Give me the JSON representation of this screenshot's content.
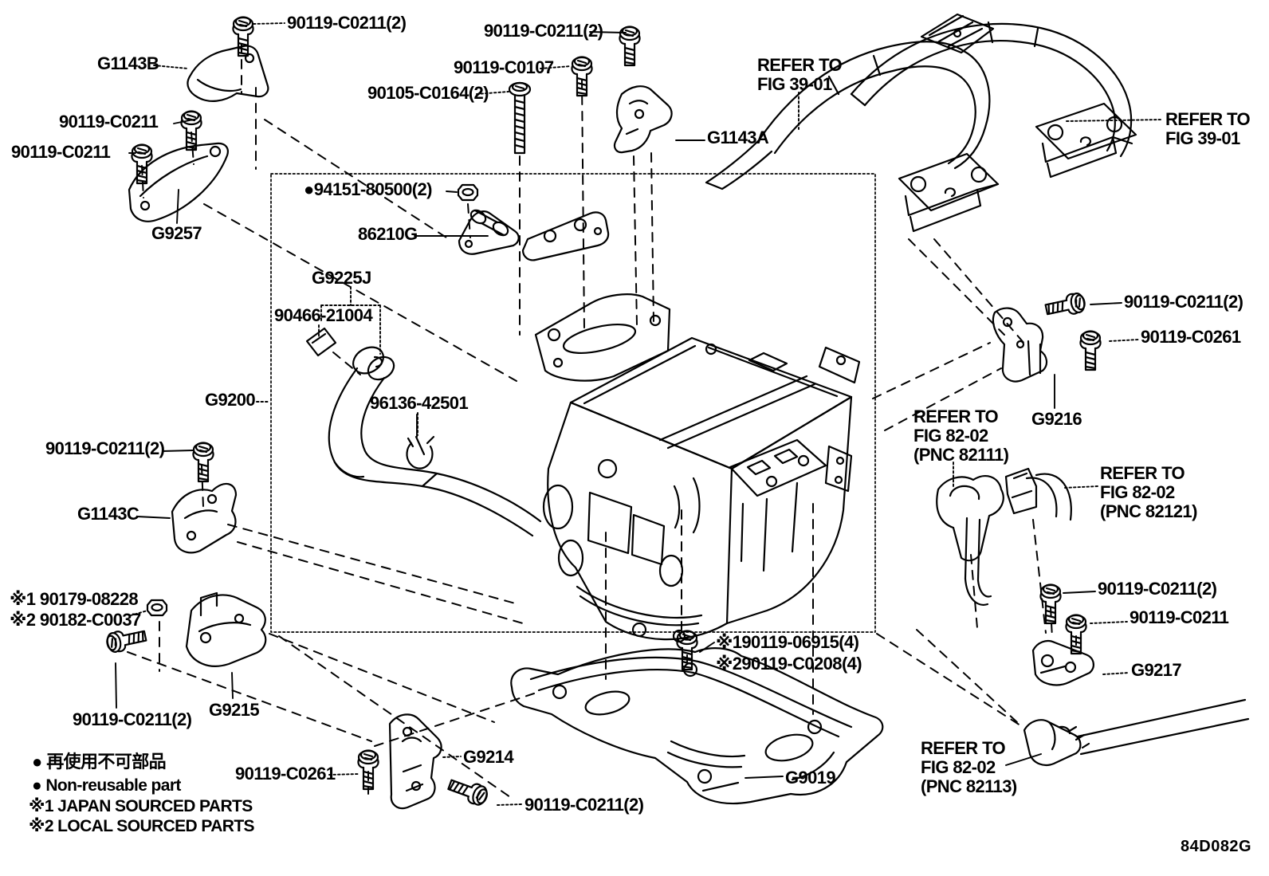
{
  "colors": {
    "ink": "#000000",
    "background": "#ffffff"
  },
  "figure_code": "84D082G",
  "labels": {
    "c0211_top_left": "90119-C0211(2)",
    "g1143b": "G1143B",
    "c0211_left_1": "90119-C0211",
    "c0211_left_2": "90119-C0211",
    "g9257": "G9257",
    "c0211_top_mid": "90119-C0211(2)",
    "c0107": "90119-C0107",
    "c0164": "90105-C0164(2)",
    "g1143a": "G1143A",
    "refer_3901_left": "REFER TO\nFIG 39-01",
    "refer_3901_right": "REFER TO\nFIG 39-01",
    "p94151": "●94151-80500(2)",
    "p86210g": "86210G",
    "g9225j": "G9225J",
    "p90466": "90466-21004",
    "g9200": "G9200",
    "p96136": "96136-42501",
    "c0211_mid_left": "90119-C0211(2)",
    "g1143c": "G1143C",
    "n90179": "※1 90179-08228",
    "n90182": "※2 90182-C0037",
    "c0211_bot_left": "90119-C0211(2)",
    "g9215": "G9215",
    "c0261_bottom": "90119-C0261",
    "g9214": "G9214",
    "c0211_bot_mid": "90119-C0211(2)",
    "g9019": "G9019",
    "n06915": "※190119-06915(4)",
    "nc0208": "※290119-C0208(4)",
    "refer_8202_82111": "REFER TO\nFIG 82-02\n(PNC 82111)",
    "refer_8202_82121": "REFER TO\nFIG 82-02\n(PNC 82121)",
    "g9216": "G9216",
    "c0211_right": "90119-C0211(2)",
    "c0261_right": "90119-C0261",
    "c0211_bot_right_2": "90119-C0211(2)",
    "c0211_bot_right": "90119-C0211",
    "g9217": "G9217",
    "refer_8202_82113": "REFER TO\nFIG 82-02\n(PNC 82113)"
  },
  "legend": {
    "non_reusable_jp": "● 再使用不可部品",
    "non_reusable_en": "● Non-reusable part",
    "note1": "※1 JAPAN SOURCED PARTS",
    "note2": "※2 LOCAL SOURCED PARTS"
  }
}
